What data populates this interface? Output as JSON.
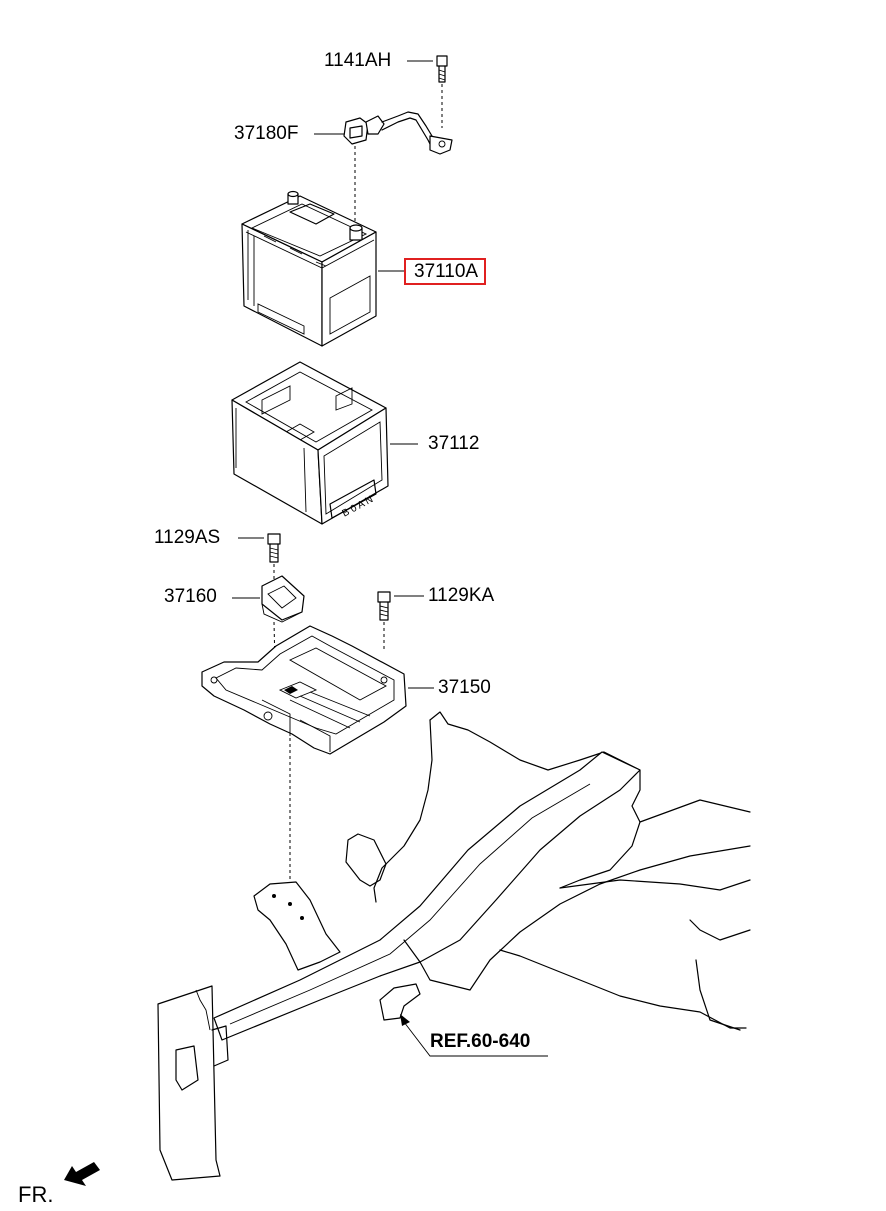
{
  "diagram": {
    "highlight_color": "#e02020",
    "labels": {
      "bolt_top": "1141AH",
      "cable": "37180F",
      "battery": "37110A",
      "battery_cover": "37112",
      "bolt_left": "1129AS",
      "clamp": "37160",
      "bolt_right": "1129KA",
      "tray": "37150",
      "reference": "REF.60-640",
      "front": "FR."
    }
  }
}
